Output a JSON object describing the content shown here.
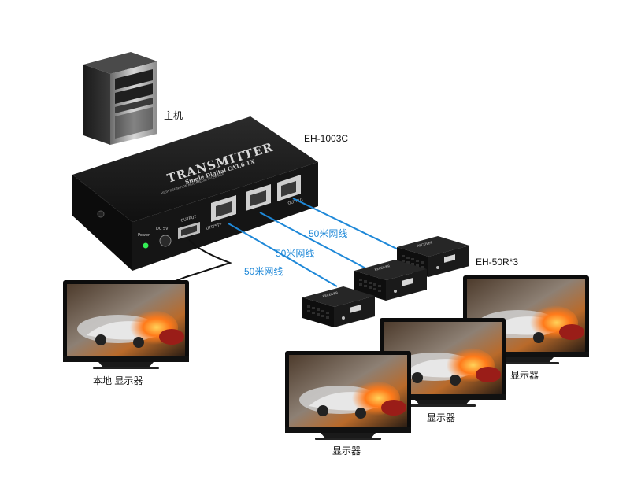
{
  "labels": {
    "host": "主机",
    "transmitter_model": "EH-1003C",
    "receiver_model": "EH-50R*3",
    "local_display": "本地 显示器",
    "display_1": "显示器",
    "display_2": "显示器",
    "display_3": "显示器",
    "cable_1": "50米网线",
    "cable_2": "50米网线",
    "cable_3": "50米网线"
  },
  "transmitter_print": {
    "title": "TRANSMITTER",
    "subtitle": "Single Digital CAT.6 TX",
    "small": "HIGH DEFINITION MULTIMEDIA INTERFACE",
    "power": "Power",
    "dc": "DC 5V",
    "output_hdmi": "OUTPUT",
    "utp": "UTP/STP",
    "port_output": "OUTPUT"
  },
  "receiver_print": "RECEIVER",
  "colors": {
    "cable": "#1e88d8",
    "device_body": "#151515",
    "bezel": "#0c0c0c",
    "led": "#33ee55"
  },
  "icons": [
    "desktop-tower",
    "transmitter-box",
    "receiver-box",
    "monitor"
  ]
}
